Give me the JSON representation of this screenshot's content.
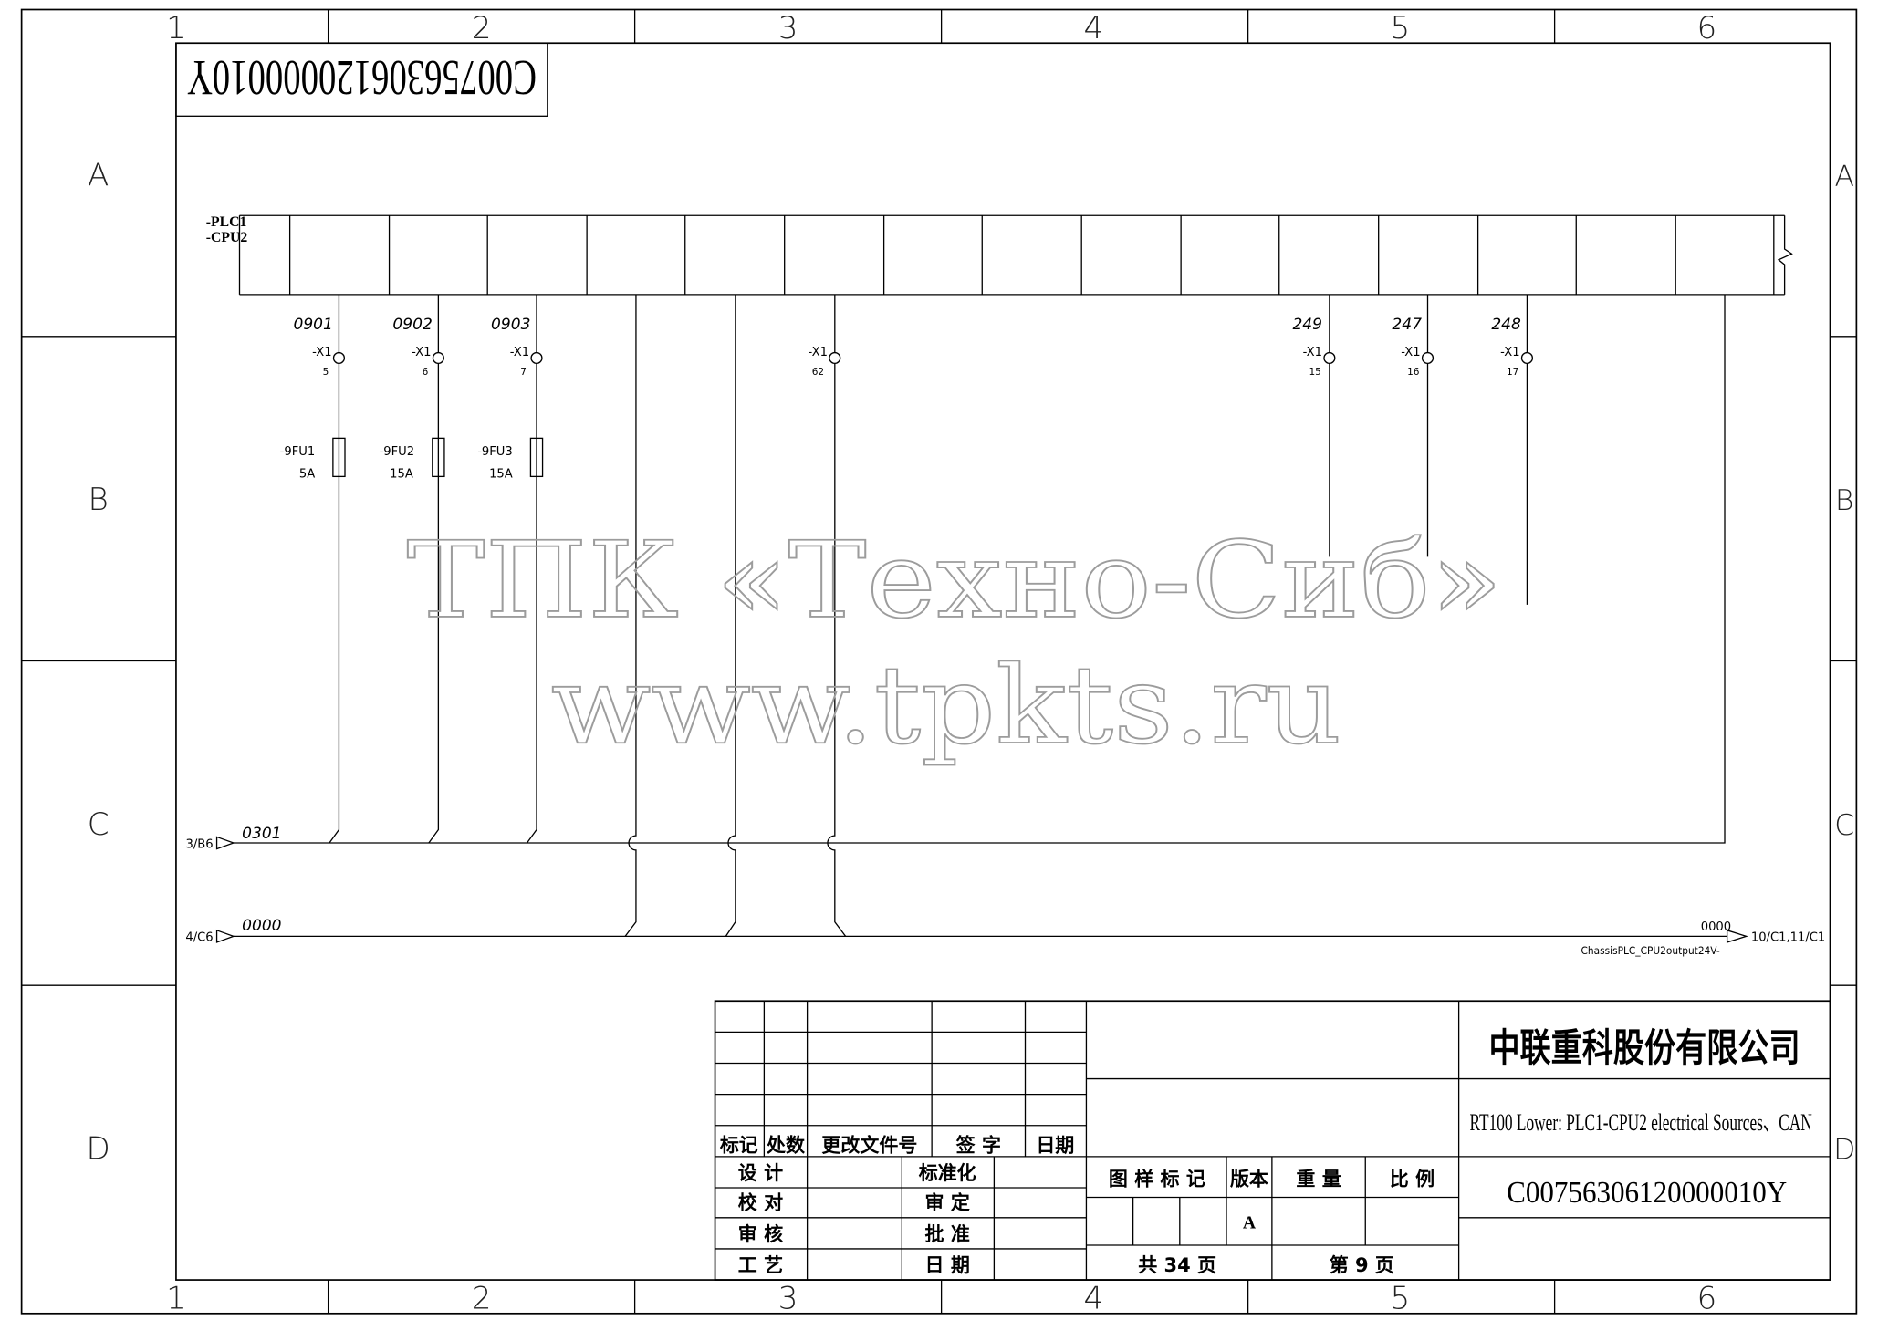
{
  "sheet": {
    "columns": [
      "1",
      "2",
      "3",
      "4",
      "5",
      "6"
    ],
    "rows": [
      "A",
      "B",
      "C",
      "D"
    ],
    "corner_number": "C00756306120000010Y"
  },
  "plc": {
    "line1": "-PLC1",
    "line2": "-CPU2"
  },
  "circuits": [
    {
      "wire": "0901",
      "terminal": "-X1",
      "terminal_no": "5",
      "fuse": "-9FU1",
      "rating": "5A"
    },
    {
      "wire": "0902",
      "terminal": "-X1",
      "terminal_no": "6",
      "fuse": "-9FU2",
      "rating": "15A"
    },
    {
      "wire": "0903",
      "terminal": "-X1",
      "terminal_no": "7",
      "fuse": "-9FU3",
      "rating": "15A"
    },
    {
      "terminal": "-X1",
      "terminal_no": "62"
    },
    {
      "wire": "249",
      "terminal": "-X1",
      "terminal_no": "15"
    },
    {
      "wire": "247",
      "terminal": "-X1",
      "terminal_no": "16"
    },
    {
      "wire": "248",
      "terminal": "-X1",
      "terminal_no": "17"
    }
  ],
  "bus_0301": {
    "ref": "3/B6",
    "label": "0301"
  },
  "bus_0000": {
    "ref": "4/C6",
    "label": "0000",
    "end_label": "0000",
    "end_ref": "10/C1,11/C1",
    "end_note": "ChassisPLC_CPU2output24V-"
  },
  "watermark": {
    "line1": "ТПК «Техно-Сиб»",
    "line2": "www.tpkts.ru"
  },
  "title_block": {
    "revision_header": [
      "标记",
      "处数",
      "更改文件号",
      "签 字",
      "日期"
    ],
    "approvals_left": [
      "设 计",
      "校 对",
      "审 核",
      "工 艺"
    ],
    "approvals_right": [
      "标准化",
      "审 定",
      "批 准",
      "日 期"
    ],
    "info_header": [
      "图 样 标 记",
      "版本",
      "重 量",
      "比 例"
    ],
    "version": "A",
    "total_pages": "共  34  页",
    "page": "第  9  页",
    "company": "中联重科股份有限公司",
    "drawing_title": "RT100 Lower: PLC1-CPU2 electrical Sources、CAN",
    "drawing_number": "C00756306120000010Y"
  }
}
